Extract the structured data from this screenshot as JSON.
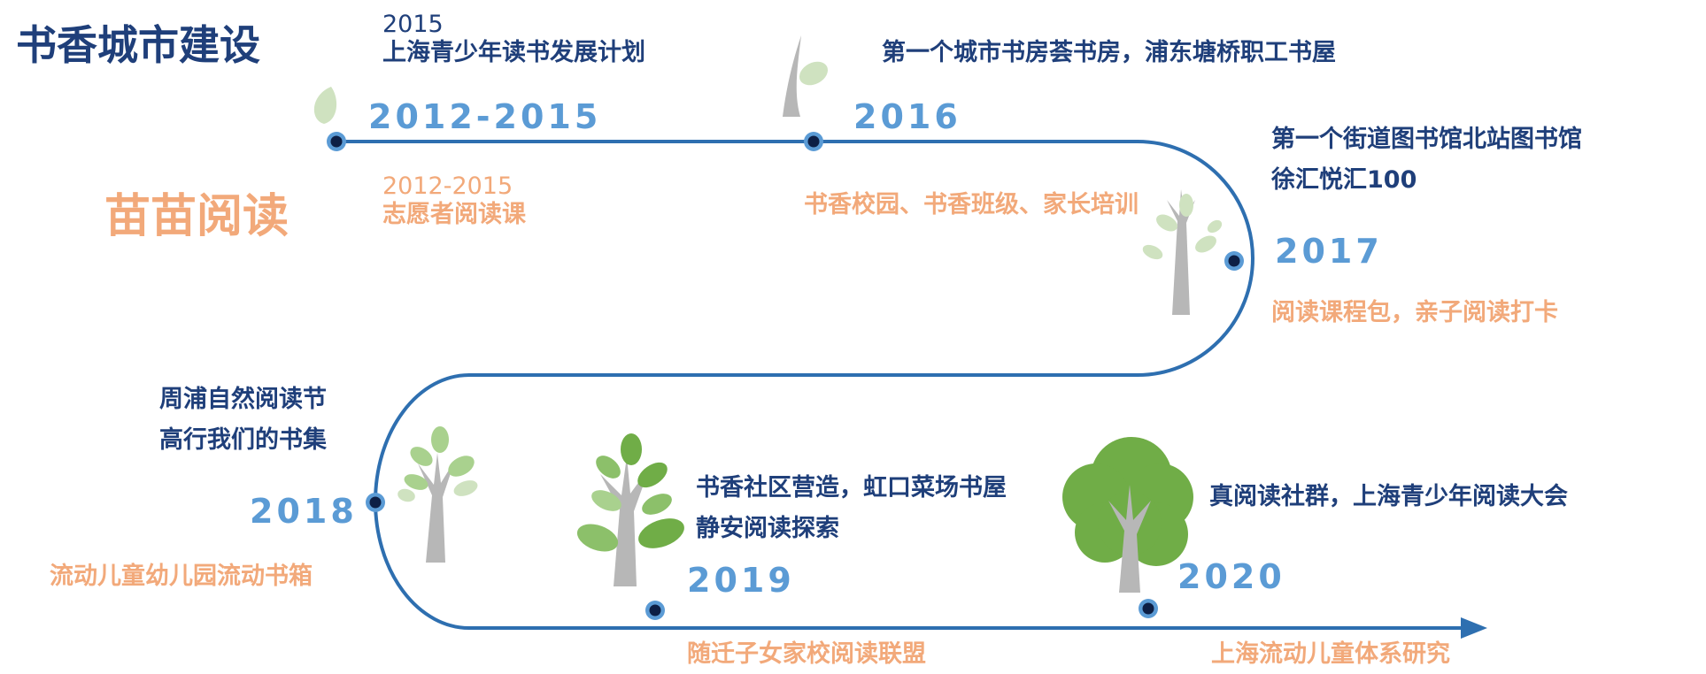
{
  "title": "书香城市建设",
  "subtitle": "苗苗阅读",
  "milestones": {
    "m2012": {
      "year": "2012-2015",
      "top_year": "2015",
      "top_text": "上海青少年读书发展计划",
      "bottom_year": "2012-2015",
      "bottom_text": "志愿者阅读课"
    },
    "m2016": {
      "year": "2016",
      "top_text": "第一个城市书房荟书房，浦东塘桥职工书屋",
      "bottom_text": "书香校园、书香班级、家长培训"
    },
    "m2017": {
      "year": "2017",
      "top_line1": "第一个街道图书馆北站图书馆",
      "top_line2": "徐汇悦汇100",
      "bottom_text": "阅读课程包，亲子阅读打卡"
    },
    "m2018": {
      "year": "2018",
      "top_line1": "周浦自然阅读节",
      "top_line2": "高行我们的书集",
      "bottom_text": "流动儿童幼儿园流动书箱"
    },
    "m2019": {
      "year": "2019",
      "top_line1": "书香社区营造，虹口菜场书屋",
      "top_line2": "静安阅读探索",
      "bottom_text": "随迁子女家校阅读联盟"
    },
    "m2020": {
      "year": "2020",
      "top_text": "真阅读社群，上海青少年阅读大会",
      "bottom_text": "上海流动儿童体系研究"
    }
  },
  "colors": {
    "navy": "#1f3f7a",
    "orange": "#f2a97a",
    "year_blue": "#5b9bd5",
    "route_blue": "#2e6fb0",
    "leaf_pale": "#cfe2c0",
    "leaf_light": "#a9d18e",
    "leaf_mid": "#8cc06a",
    "leaf_dark": "#70ad47",
    "trunk_gray": "#b7b7b7"
  },
  "icons": [
    "leaf-sprout-icon",
    "sapling-icon",
    "young-tree-icon",
    "leafy-tree-icon",
    "grown-tree-icon",
    "round-canopy-tree-icon",
    "arrowhead-icon"
  ]
}
